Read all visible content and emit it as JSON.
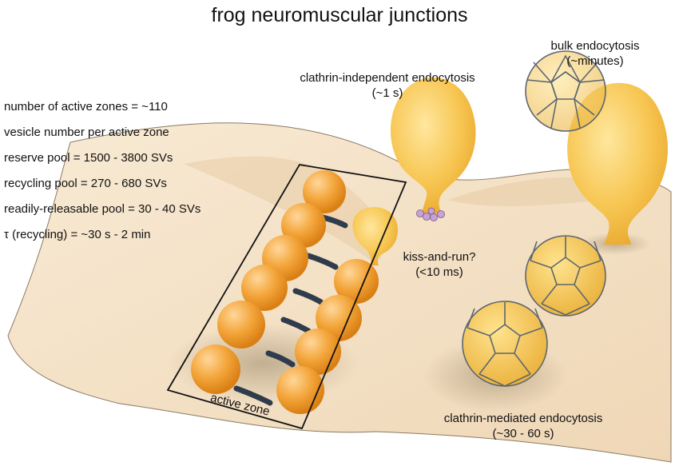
{
  "title": "frog neuromuscular junctions",
  "stats": [
    "number of active zones = ~110",
    "vesicle number per active zone",
    "reserve pool = 1500 - 3800 SVs",
    "recycling pool = 270 - 680 SVs",
    "readily-releasable pool = 30 - 40 SVs",
    "τ (recycling) = ~30 s - 2 min"
  ],
  "labels": {
    "clathrin_independent": {
      "name": "clathrin-independent endocytosis",
      "time": "(~1 s)"
    },
    "bulk": {
      "name": "bulk endocytosis",
      "time": "(~minutes)"
    },
    "kiss_and_run": {
      "name": "kiss-and-run?",
      "time": "(<10 ms)"
    },
    "clathrin_mediated": {
      "name": "clathrin-mediated endocytosis",
      "time": "(~30 - 60 s)"
    },
    "active_zone": "active zone"
  },
  "colors": {
    "membrane": "#f5e3c9",
    "membrane_edge": "#8a7a63",
    "vesicle": "#f3a53a",
    "endocytic": "#f7c652",
    "clathrin_coat": "#5d6670",
    "dense_projection": "#2f3c4c",
    "adaptor_protein": "#c6a2d8"
  },
  "icons": [
    "synaptic-vesicle-icon",
    "clathrin-cage-icon",
    "omega-profile-icon"
  ]
}
